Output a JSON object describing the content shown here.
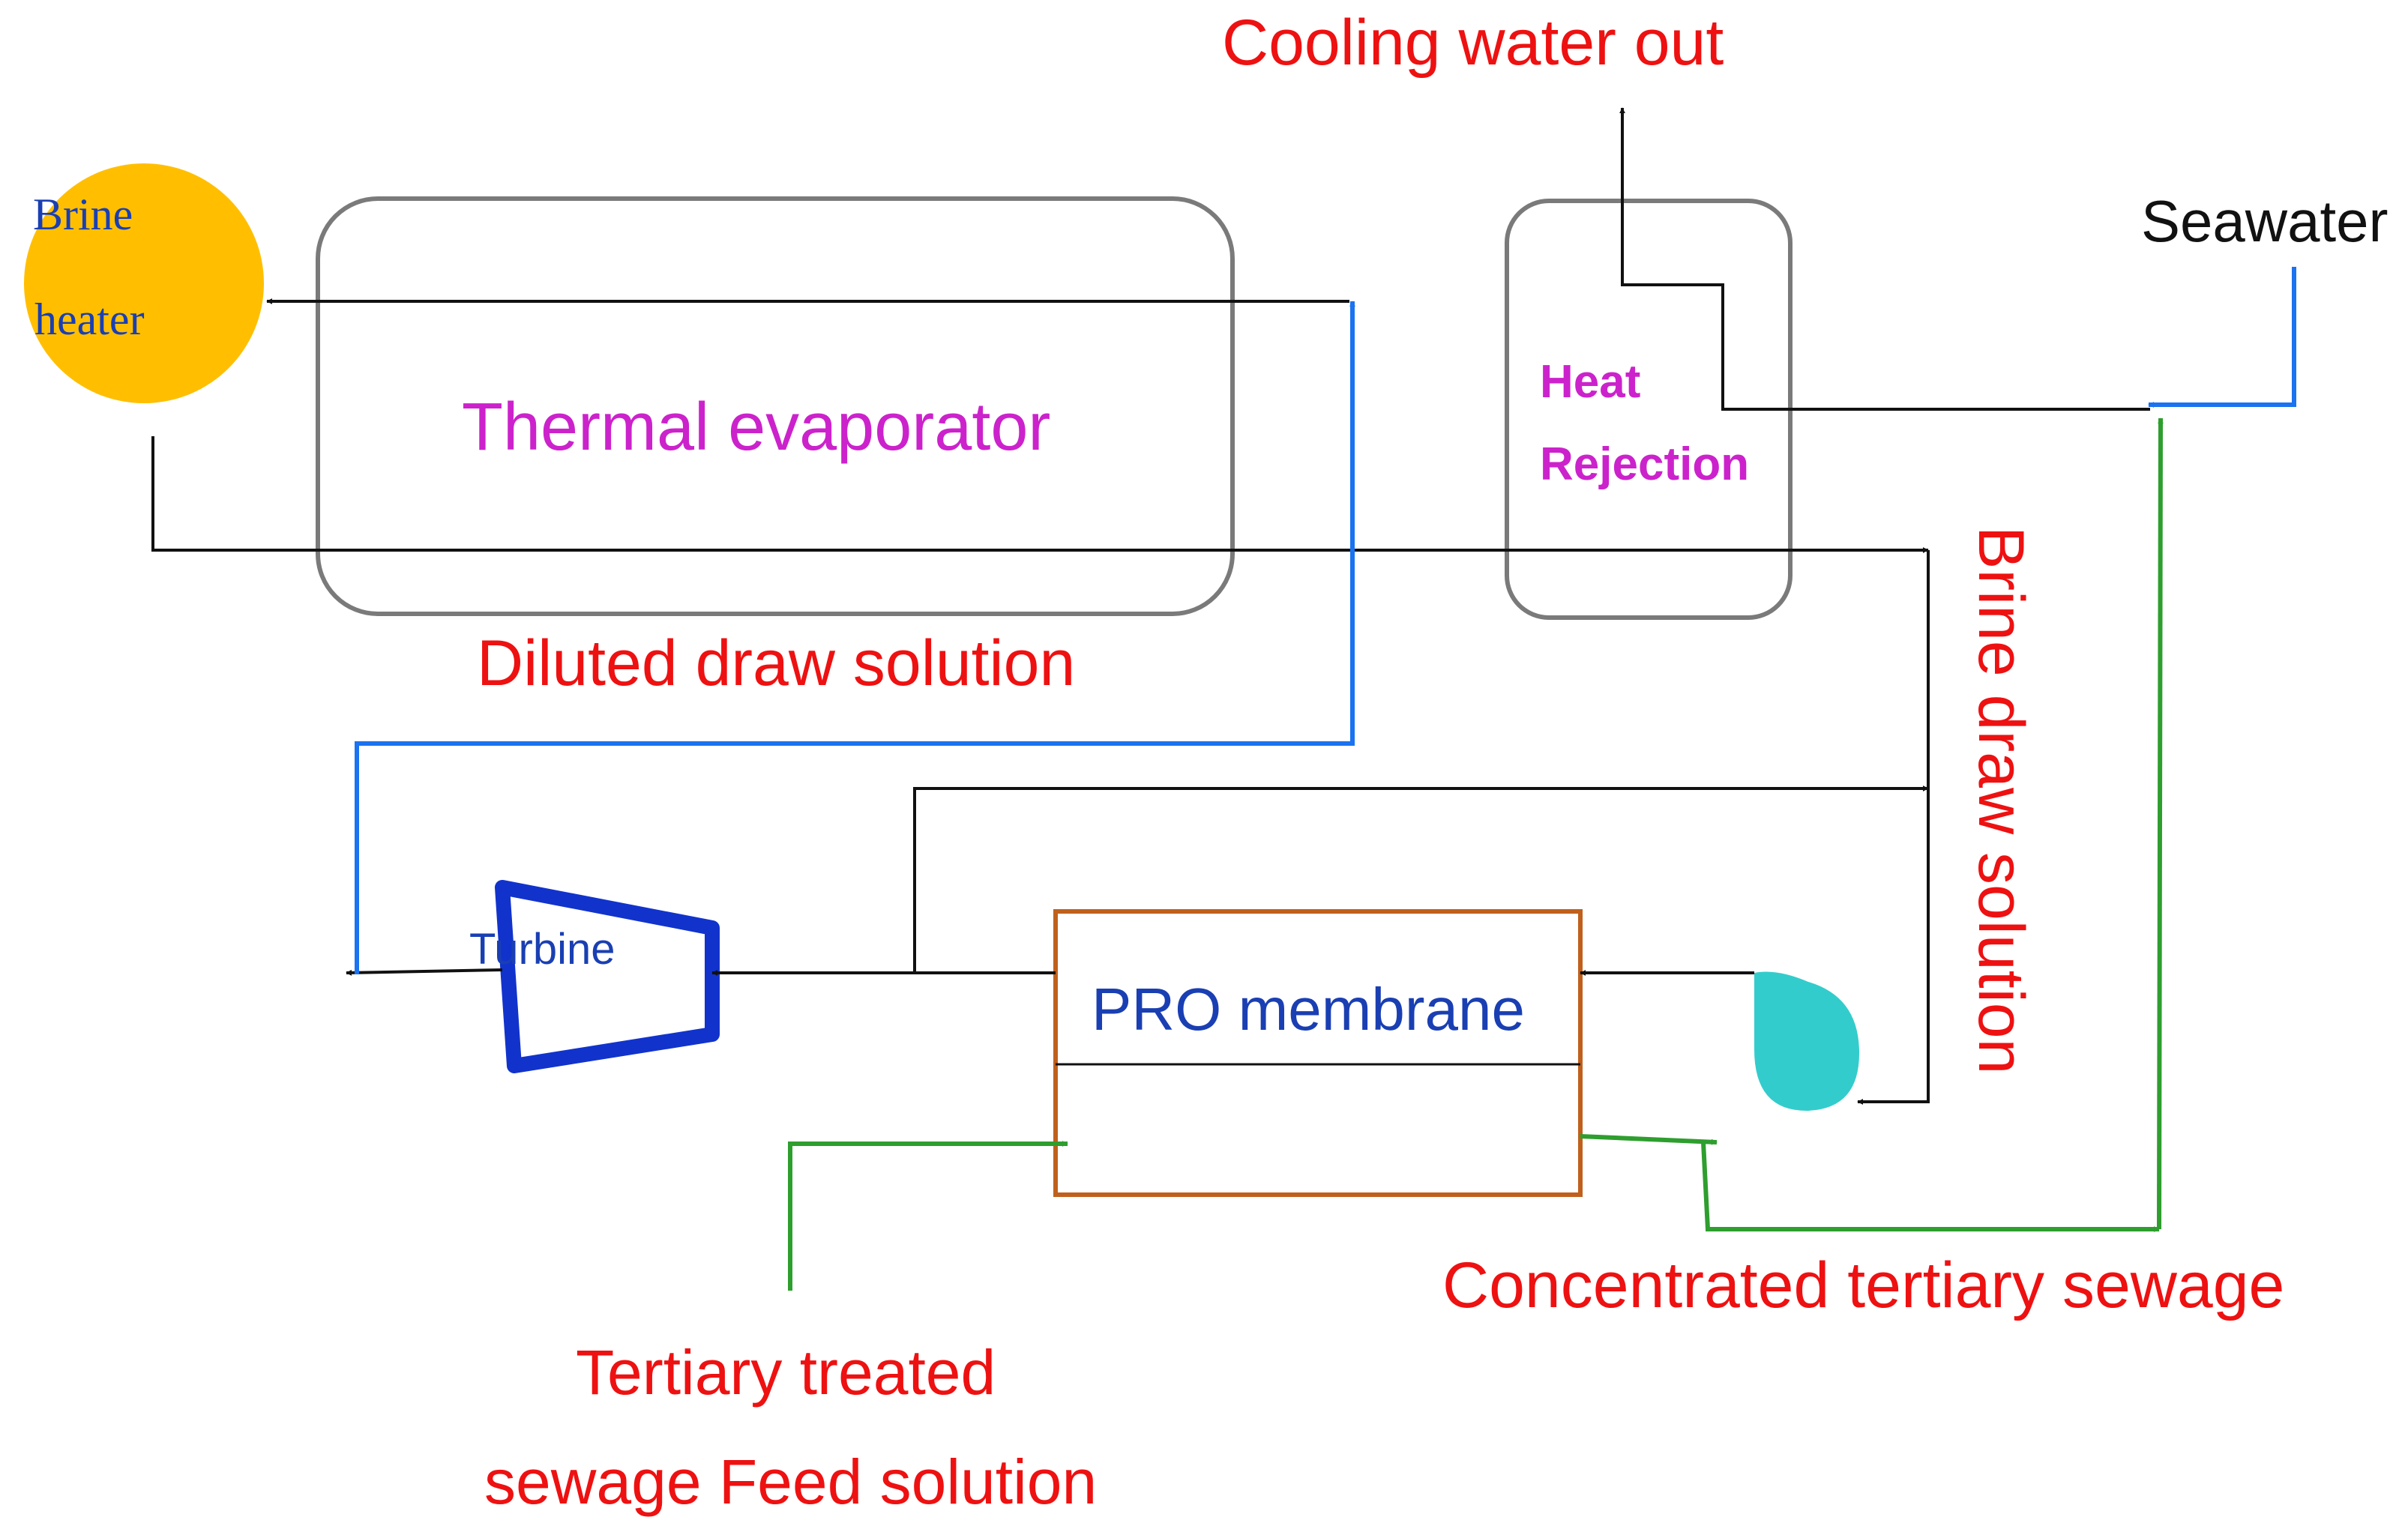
{
  "labels": {
    "cooling_water_out": "Cooling water out",
    "seawater": "Seawater",
    "brine_heater_line1": "Brine",
    "brine_heater_line2": "heater",
    "thermal_evaporator": "Thermal evaporator",
    "heat_rejection_line1": "Heat",
    "heat_rejection_line2": "Rejection",
    "diluted_draw_solution": "Diluted draw solution",
    "brine_draw_solution": "Brine draw solution",
    "turbine": "Turbine",
    "pro_membrane": "PRO membrane",
    "concentrated_tertiary_sewage": "Concentrated tertiary sewage",
    "feed_line1": "Tertiary treated",
    "feed_line2": "sewage Feed solution"
  },
  "colors": {
    "red_label": "#ee1111",
    "magenta_label": "#cc22cc",
    "blue_label": "#1a3fb3",
    "brine_heater_fill": "#ffbf00",
    "pump_fill": "#33cccc",
    "membrane_border": "#c0601c",
    "turbine_stroke": "#1133cc",
    "blue_line": "#1a73f0",
    "green_line": "#2e9e2e",
    "black_line": "#111111",
    "box_border": "#7a7a7a"
  }
}
